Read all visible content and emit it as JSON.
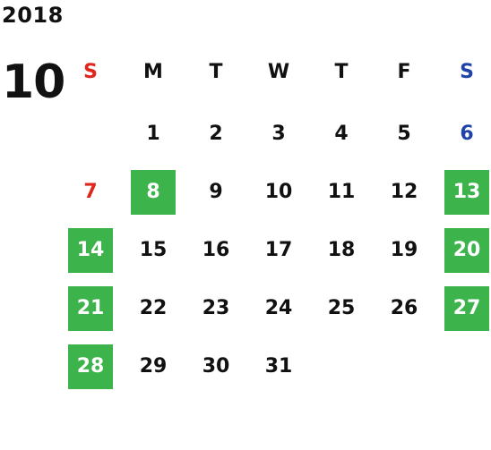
{
  "calendar": {
    "year": "2018",
    "month": "10",
    "weekdays": [
      "S",
      "M",
      "T",
      "W",
      "T",
      "F",
      "S"
    ],
    "colors": {
      "sunday": "#e0251b",
      "saturday": "#1f43a8",
      "highlight": "#3cb44b",
      "text": "#111111"
    },
    "weeks": [
      [
        {
          "day": "",
          "highlight": false
        },
        {
          "day": "1",
          "highlight": false
        },
        {
          "day": "2",
          "highlight": false
        },
        {
          "day": "3",
          "highlight": false
        },
        {
          "day": "4",
          "highlight": false
        },
        {
          "day": "5",
          "highlight": false
        },
        {
          "day": "6",
          "highlight": false
        }
      ],
      [
        {
          "day": "7",
          "highlight": false
        },
        {
          "day": "8",
          "highlight": true
        },
        {
          "day": "9",
          "highlight": false
        },
        {
          "day": "10",
          "highlight": false
        },
        {
          "day": "11",
          "highlight": false
        },
        {
          "day": "12",
          "highlight": false
        },
        {
          "day": "13",
          "highlight": true
        }
      ],
      [
        {
          "day": "14",
          "highlight": true
        },
        {
          "day": "15",
          "highlight": false
        },
        {
          "day": "16",
          "highlight": false
        },
        {
          "day": "17",
          "highlight": false
        },
        {
          "day": "18",
          "highlight": false
        },
        {
          "day": "19",
          "highlight": false
        },
        {
          "day": "20",
          "highlight": true
        }
      ],
      [
        {
          "day": "21",
          "highlight": true
        },
        {
          "day": "22",
          "highlight": false
        },
        {
          "day": "23",
          "highlight": false
        },
        {
          "day": "24",
          "highlight": false
        },
        {
          "day": "25",
          "highlight": false
        },
        {
          "day": "26",
          "highlight": false
        },
        {
          "day": "27",
          "highlight": true
        }
      ],
      [
        {
          "day": "28",
          "highlight": true
        },
        {
          "day": "29",
          "highlight": false
        },
        {
          "day": "30",
          "highlight": false
        },
        {
          "day": "31",
          "highlight": false
        },
        {
          "day": "",
          "highlight": false
        },
        {
          "day": "",
          "highlight": false
        },
        {
          "day": "",
          "highlight": false
        }
      ]
    ]
  }
}
